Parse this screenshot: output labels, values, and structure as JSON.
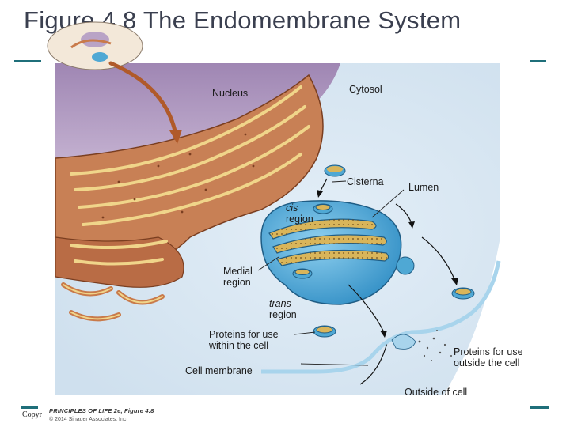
{
  "title": "Figure 4.8  The Endomembrane System",
  "labels": {
    "nucleus": "Nucleus",
    "cytosol": "Cytosol",
    "cisterna": "Cisterna",
    "lumen": "Lumen",
    "cis_1": "cis",
    "cis_2": "region",
    "medial_1": "Medial",
    "medial_2": "region",
    "trans_1": "trans",
    "trans_2": "region",
    "within_1": "Proteins for use",
    "within_2": "within the cell",
    "outside_1": "Proteins for use",
    "outside_2": "outside the cell",
    "cell_membrane": "Cell membrane",
    "outside_of_cell": "Outside of cell"
  },
  "footer": {
    "copyright": "Copyr",
    "credit_book": "PRINCIPLES OF LIFE 2e, Figure 4.8",
    "credit_publisher": "© 2014 Sinauer Associates, Inc."
  },
  "colors": {
    "title": "#3a3f4f",
    "rule": "#1f6f7a",
    "nucleus": "#b9a3c6",
    "er": "#c97a4a",
    "golgi": "#4fa8d4",
    "vesicle_lumen": "#d9b55a"
  }
}
